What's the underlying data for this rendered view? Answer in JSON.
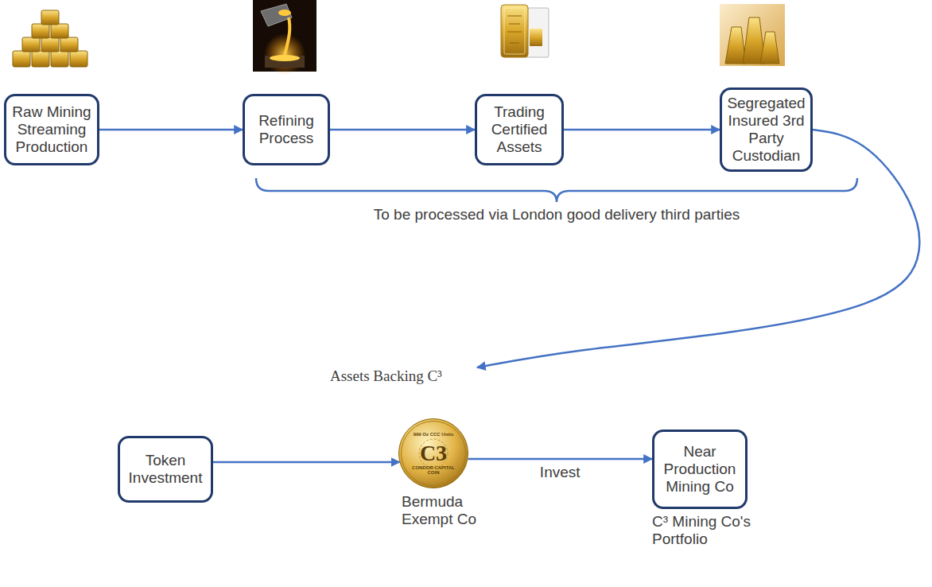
{
  "diagram": {
    "nodes": [
      {
        "text": [
          "Raw Mining Streaming Production"
        ]
      },
      {
        "text": [
          "Refining Process"
        ]
      },
      {
        "text": [
          "Trading Certified Assets"
        ]
      },
      {
        "text": [
          "Segregated Insured 3rd Party Custodian"
        ]
      },
      {
        "text": [
          "Token Investment"
        ]
      },
      {
        "text": [
          "Assets Backing C³",
          "999 Oz CCC Units",
          "C3",
          "CONDOR CAPITAL COIN",
          "Bermuda Exempt Co"
        ]
      },
      {
        "text": [
          "Near Production Mining Co",
          "C³ Mining Co's Portfolio"
        ]
      }
    ],
    "edges": [
      {
        "from": 0,
        "to": 1,
        "arrow": "to"
      },
      {
        "from": 1,
        "to": 2,
        "arrow": "to"
      },
      {
        "from": 2,
        "to": 3,
        "arrow": "to"
      },
      {
        "from": 3,
        "to": 5,
        "arrow": "to"
      },
      {
        "from": 4,
        "to": 5,
        "arrow": "to"
      },
      {
        "from": 5,
        "to": 6,
        "label": "Invest",
        "arrow": "to"
      }
    ],
    "labels": [
      "To be processed via London good delivery third parties"
    ]
  }
}
